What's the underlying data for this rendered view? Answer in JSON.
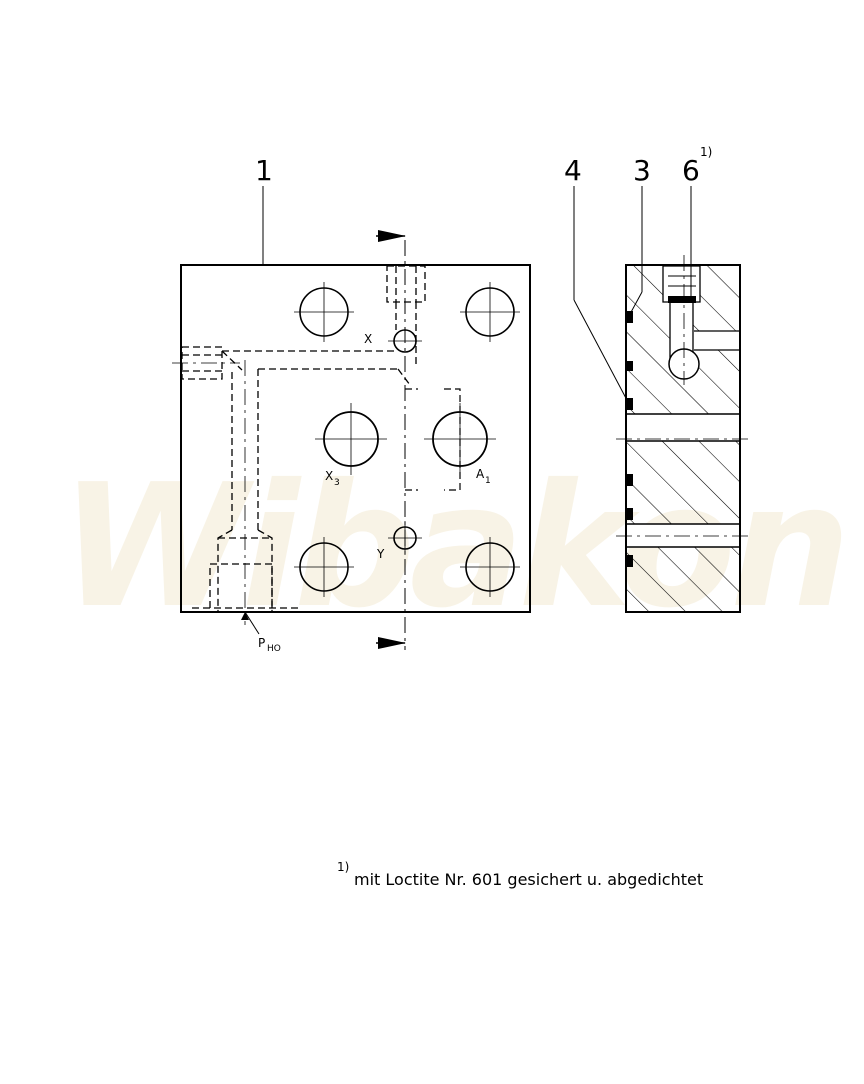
{
  "drawing": {
    "watermark": "Wibakon",
    "labels": {
      "part_1": "1",
      "part_4": "4",
      "part_3": "3",
      "part_6": "6",
      "part_6_note_ref": "1)",
      "port_x": "X",
      "port_x3": "X",
      "port_x3_sub": "3",
      "port_a1": "A",
      "port_a1_sub": "1",
      "port_y": "Y",
      "port_pho": "P",
      "port_pho_sub": "HO"
    },
    "footnote": {
      "marker": "1)",
      "text": "mit Loctite Nr. 601 gesichert  u. abgedichtet"
    }
  }
}
